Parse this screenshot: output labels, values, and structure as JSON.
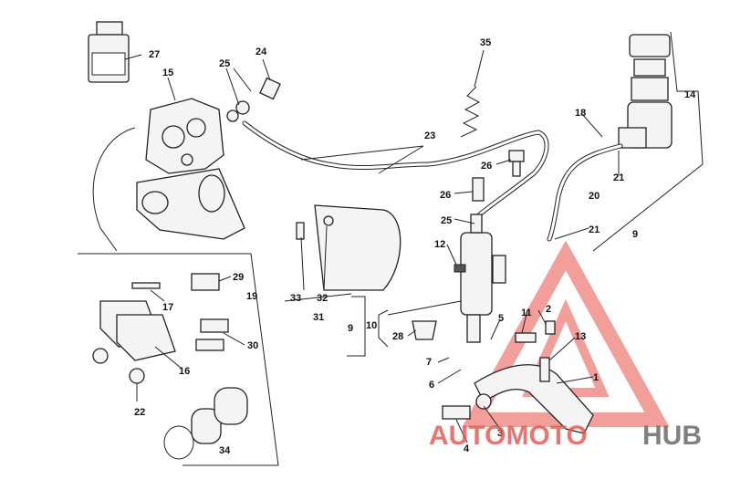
{
  "diagram": {
    "callouts": [
      {
        "id": "c27",
        "text": "27"
      },
      {
        "id": "c15",
        "text": "15"
      },
      {
        "id": "c25a",
        "text": "25"
      },
      {
        "id": "c24",
        "text": "24"
      },
      {
        "id": "c35",
        "text": "35"
      },
      {
        "id": "c14",
        "text": "14"
      },
      {
        "id": "c18",
        "text": "18"
      },
      {
        "id": "c23",
        "text": "23"
      },
      {
        "id": "c26a",
        "text": "26"
      },
      {
        "id": "c26b",
        "text": "26"
      },
      {
        "id": "c21a",
        "text": "21"
      },
      {
        "id": "c20",
        "text": "20"
      },
      {
        "id": "c25b",
        "text": "25"
      },
      {
        "id": "c21b",
        "text": "21"
      },
      {
        "id": "c9a",
        "text": "9"
      },
      {
        "id": "c12",
        "text": "12"
      },
      {
        "id": "c33",
        "text": "33"
      },
      {
        "id": "c32",
        "text": "32"
      },
      {
        "id": "c31",
        "text": "31"
      },
      {
        "id": "c29",
        "text": "29"
      },
      {
        "id": "c19",
        "text": "19"
      },
      {
        "id": "c17",
        "text": "17"
      },
      {
        "id": "c9b",
        "text": "9"
      },
      {
        "id": "c10",
        "text": "10"
      },
      {
        "id": "c11",
        "text": "11"
      },
      {
        "id": "c2",
        "text": "2"
      },
      {
        "id": "c5",
        "text": "5"
      },
      {
        "id": "c28",
        "text": "28"
      },
      {
        "id": "c30",
        "text": "30"
      },
      {
        "id": "c13",
        "text": "13"
      },
      {
        "id": "c16",
        "text": "16"
      },
      {
        "id": "c7",
        "text": "7"
      },
      {
        "id": "c6",
        "text": "6"
      },
      {
        "id": "c1",
        "text": "1"
      },
      {
        "id": "c22",
        "text": "22"
      },
      {
        "id": "c3",
        "text": "3"
      },
      {
        "id": "c4",
        "text": "4"
      },
      {
        "id": "c34",
        "text": "34"
      }
    ]
  },
  "watermark": {
    "brand_part1": "AUTOMOTO",
    "brand_part2": "HUB",
    "color_primary": "#e8524a",
    "color_secondary": "#6b6b6b"
  }
}
